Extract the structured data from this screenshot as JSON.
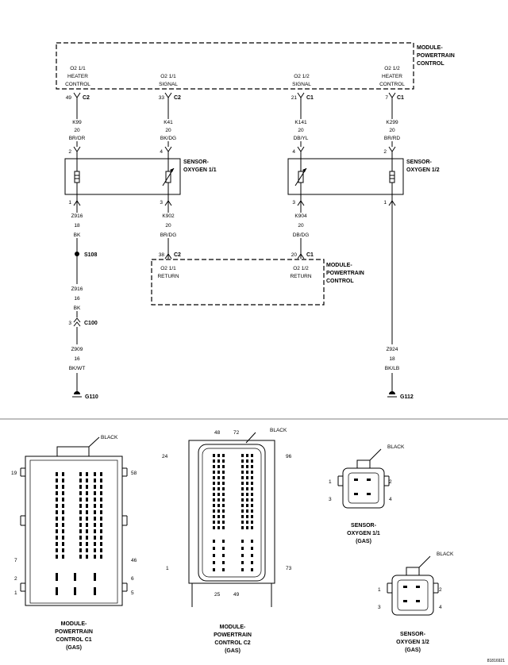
{
  "module_top": {
    "label": [
      "MODULE-",
      "POWERTRAIN",
      "CONTROL"
    ],
    "pins": [
      {
        "lines": [
          "O2 1/1",
          "HEATER",
          "CONTROL"
        ],
        "cavity": "49",
        "connector": "C2"
      },
      {
        "lines": [
          "O2 1/1",
          "SIGNAL"
        ],
        "cavity": "33",
        "connector": "C2"
      },
      {
        "lines": [
          "O2 1/2",
          "SIGNAL"
        ],
        "cavity": "21",
        "connector": "C1"
      },
      {
        "lines": [
          "O2 1/2",
          "HEATER",
          "CONTROL"
        ],
        "cavity": "7",
        "connector": "C1"
      }
    ]
  },
  "wires_upper": [
    {
      "code": "K99",
      "gauge": "20",
      "color": "BR/OR"
    },
    {
      "code": "K41",
      "gauge": "20",
      "color": "BK/DG"
    },
    {
      "code": "K141",
      "gauge": "20",
      "color": "DB/YL"
    },
    {
      "code": "K299",
      "gauge": "20",
      "color": "BR/RD"
    }
  ],
  "sensor_left": {
    "label": [
      "SENSOR-",
      "OXYGEN 1/1"
    ],
    "top_pins": [
      "2",
      "4"
    ],
    "bottom_pins": [
      "1",
      "3"
    ]
  },
  "sensor_right": {
    "label": [
      "SENSOR-",
      "OXYGEN 1/2"
    ],
    "top_pins": [
      "4",
      "2"
    ],
    "bottom_pins": [
      "3",
      "1"
    ]
  },
  "wires_lower": [
    {
      "code": "Z916",
      "gauge": "18",
      "color": "BK"
    },
    {
      "code": "K902",
      "gauge": "20",
      "color": "BR/DG"
    },
    {
      "code": "K904",
      "gauge": "20",
      "color": "DB/DG"
    }
  ],
  "module_bottom": {
    "label": [
      "MODULE-",
      "POWERTRAIN",
      "CONTROL"
    ],
    "pins": [
      {
        "lines": [
          "O2 1/1",
          "RETURN"
        ],
        "cavity": "38",
        "connector": "C2"
      },
      {
        "lines": [
          "O2 1/2",
          "RETURN"
        ],
        "cavity": "20",
        "connector": "C1"
      }
    ]
  },
  "splice": "S108",
  "wire_mid": {
    "code": "Z916",
    "gauge": "16",
    "color": "BK"
  },
  "inline_connector": {
    "cavity": "3",
    "name": "C100"
  },
  "wire_ground_left": {
    "code": "Z909",
    "gauge": "16",
    "color": "BK/WT"
  },
  "wire_ground_right": {
    "code": "Z924",
    "gauge": "18",
    "color": "BK/LB"
  },
  "grounds": [
    "G110",
    "G112"
  ],
  "connectors": {
    "c1": {
      "color": "BLACK",
      "pins": [
        "19",
        "58",
        "7",
        "46",
        "2",
        "6",
        "1",
        "5"
      ],
      "title": [
        "MODULE-",
        "POWERTRAIN",
        "CONTROL C1",
        "(GAS)"
      ]
    },
    "c2": {
      "color": "BLACK",
      "pins": [
        "48",
        "72",
        "24",
        "96",
        "1",
        "73",
        "25",
        "49"
      ],
      "title": [
        "MODULE-",
        "POWERTRAIN",
        "CONTROL C2",
        "(GAS)"
      ]
    },
    "s11": {
      "color": "BLACK",
      "pins": [
        "1",
        "2",
        "3",
        "4"
      ],
      "title": [
        "SENSOR-",
        "OXYGEN 1/1",
        "(GAS)"
      ]
    },
    "s12": {
      "color": "BLACK",
      "pins": [
        "1",
        "2",
        "3",
        "4"
      ],
      "title": [
        "SENSOR-",
        "OXYGEN 1/2",
        "(GAS)"
      ]
    }
  },
  "figure_id": "81816921"
}
